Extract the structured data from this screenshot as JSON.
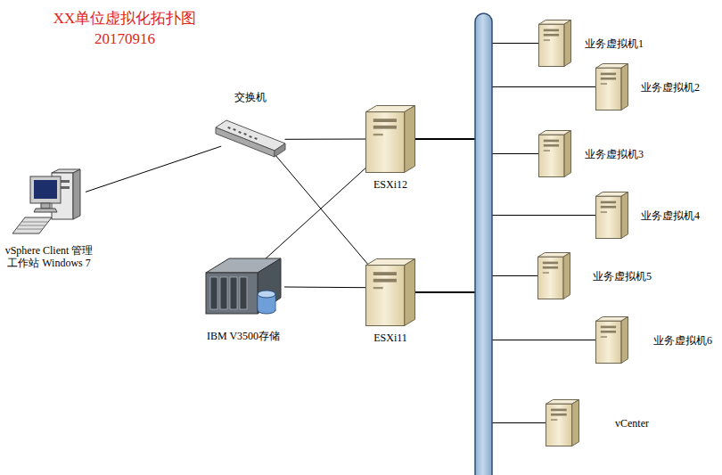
{
  "diagram": {
    "title": "XX单位虚拟化拓扑图",
    "nodes": [
      {
        "text": [
          "交换机"
        ]
      },
      {
        "text": [
          "ESXi12"
        ]
      },
      {
        "text": [
          "vSphere Client 管理工作站 Windows 7"
        ]
      },
      {
        "text": [
          "IBM V3500存储"
        ]
      },
      {
        "text": [
          "ESXi11"
        ]
      },
      {
        "text": [
          "业务虚拟机1"
        ]
      },
      {
        "text": [
          "业务虚拟机2"
        ]
      },
      {
        "text": [
          "业务虚拟机3"
        ]
      },
      {
        "text": [
          "业务虚拟机4"
        ]
      },
      {
        "text": [
          "业务虚拟机5"
        ]
      },
      {
        "text": [
          "业务虚拟机6"
        ]
      },
      {
        "text": [
          "vCenter"
        ]
      }
    ],
    "edges": [
      {
        "from": 2,
        "to": 0,
        "arrow": "none"
      },
      {
        "from": 0,
        "to": 1,
        "arrow": "none"
      },
      {
        "from": 0,
        "to": 4,
        "arrow": "none"
      },
      {
        "from": 3,
        "to": 1,
        "arrow": "none"
      },
      {
        "from": 3,
        "to": 4,
        "arrow": "none"
      },
      {
        "from": 1,
        "to": 5,
        "arrow": "none"
      },
      {
        "from": 1,
        "to": 6,
        "arrow": "none"
      },
      {
        "from": 1,
        "to": 7,
        "arrow": "none"
      },
      {
        "from": 1,
        "to": 8,
        "arrow": "none"
      },
      {
        "from": 1,
        "to": 9,
        "arrow": "none"
      },
      {
        "from": 1,
        "to": 10,
        "arrow": "none"
      },
      {
        "from": 1,
        "to": 11,
        "arrow": "none"
      },
      {
        "from": 4,
        "to": 5,
        "arrow": "none"
      },
      {
        "from": 4,
        "to": 6,
        "arrow": "none"
      },
      {
        "from": 4,
        "to": 7,
        "arrow": "none"
      },
      {
        "from": 4,
        "to": 8,
        "arrow": "none"
      },
      {
        "from": 4,
        "to": 9,
        "arrow": "none"
      },
      {
        "from": 4,
        "to": 10,
        "arrow": "none"
      },
      {
        "from": 4,
        "to": 11,
        "arrow": "none"
      }
    ],
    "labels": [
      "20170916"
    ]
  }
}
